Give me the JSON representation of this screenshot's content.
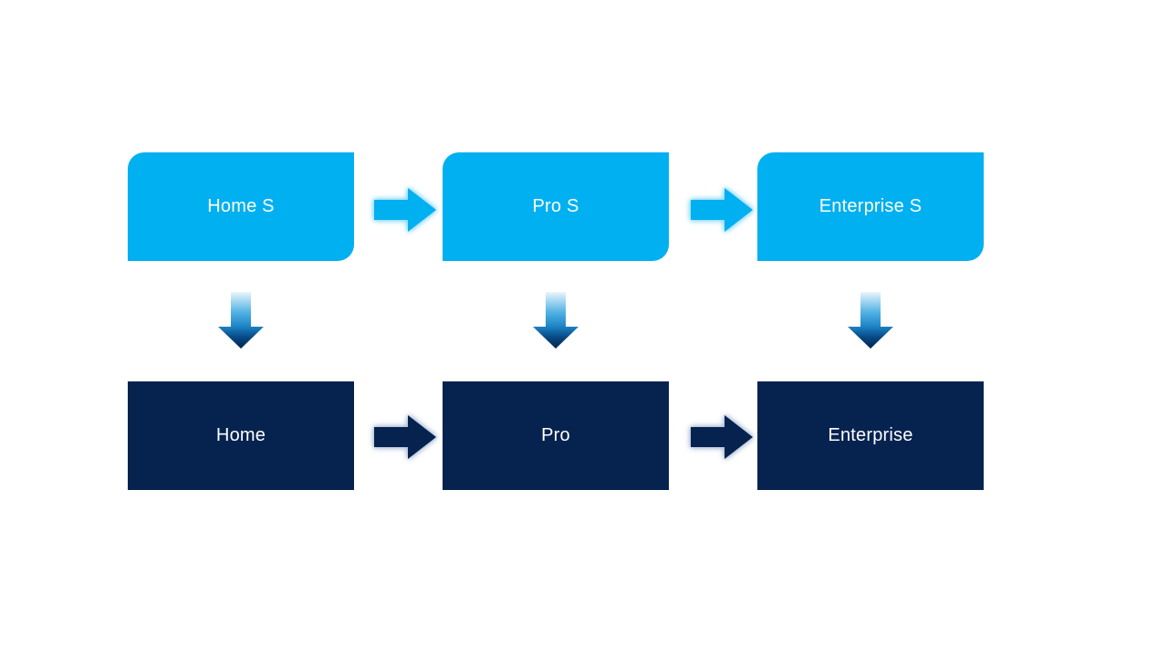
{
  "slide": {
    "background": "#FFFFFF"
  },
  "diagram": {
    "colors": {
      "slide_bg": "#FFFFFF",
      "top_box": "#00B0F0",
      "bottom_box": "#062350",
      "label_text": "#FFFFFF",
      "h_arrow_top": "#00B0F0",
      "h_arrow_bottom": "#062350",
      "h_arrow_top_glow": "#8ED9F6",
      "h_arrow_bottom_glow": "#AEBFD6",
      "v_arrow_grad_0": "#E9F5FC",
      "v_arrow_grad_1": "#55B3E5",
      "v_arrow_grad_2": "#1E86C8",
      "v_arrow_grad_3": "#074984",
      "v_arrow_grad_4": "#02234F"
    },
    "top_row": [
      {
        "label": "Home S"
      },
      {
        "label": "Pro S"
      },
      {
        "label": "Enterprise S"
      }
    ],
    "bottom_row": [
      {
        "label": "Home"
      },
      {
        "label": "Pro"
      },
      {
        "label": "Enterprise"
      }
    ]
  }
}
